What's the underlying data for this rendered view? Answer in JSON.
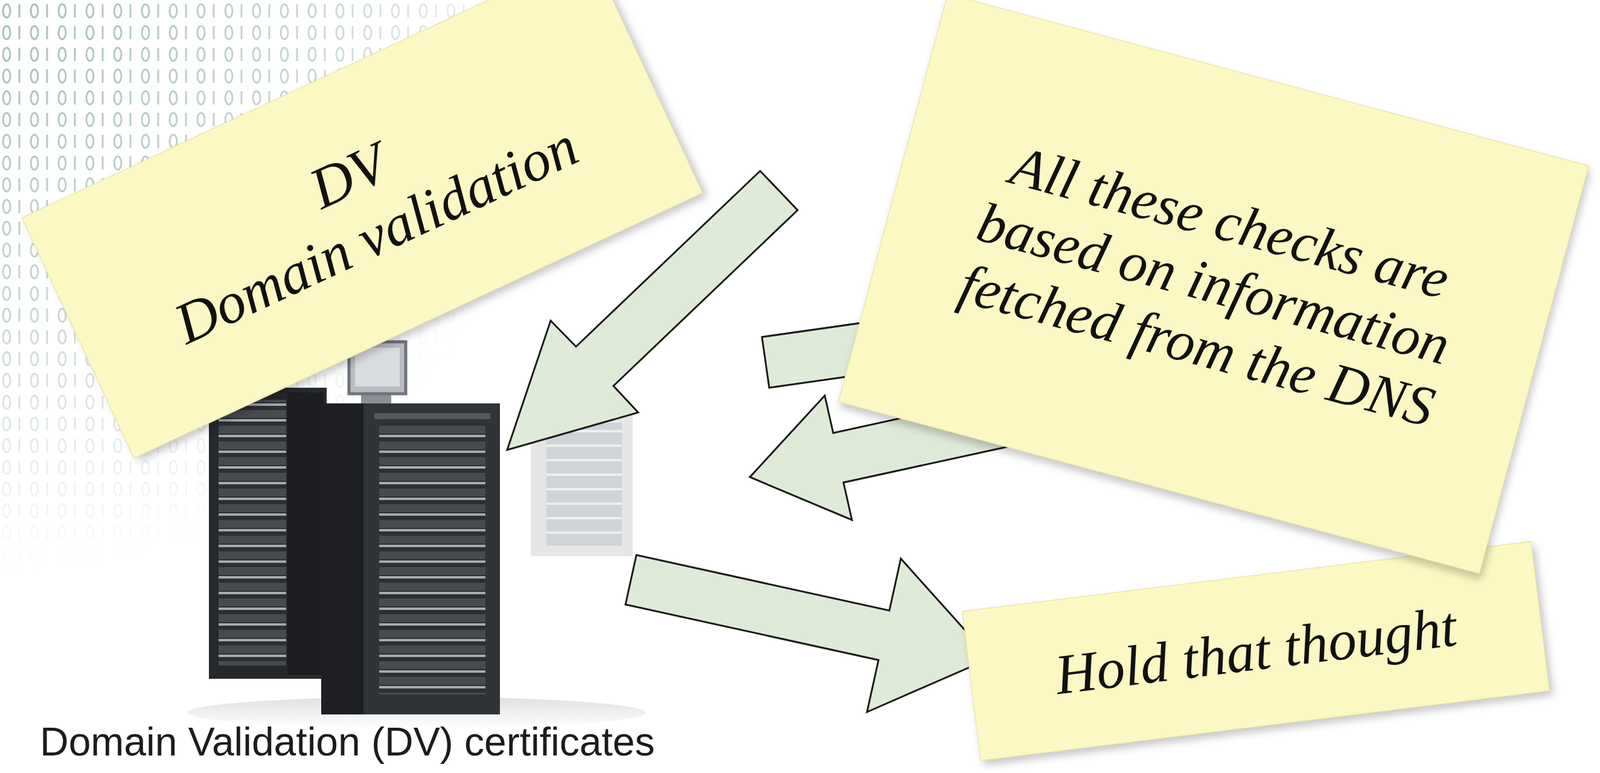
{
  "diagram": {
    "caption": "Domain Validation (DV) certificates",
    "nodes": [
      {
        "text": [
          "DV",
          "Domain validation"
        ]
      },
      {
        "text": [
          "All these checks are based on information fetched from the DNS"
        ]
      },
      {
        "text": [
          "Hold that thought"
        ]
      }
    ]
  }
}
